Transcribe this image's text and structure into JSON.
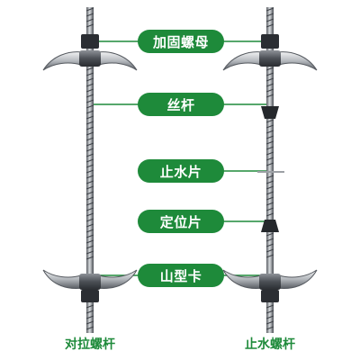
{
  "colors": {
    "accent": "#1e8a3a",
    "steel_light": "#e4e6e8",
    "steel_mid": "#a7abb0",
    "steel_dark": "#3c4046",
    "washer": "#26292d"
  },
  "labels": {
    "nut": "加固螺母",
    "screw_rod": "丝杆",
    "water_stop_plate": "止水片",
    "positioning_plate": "定位片",
    "mountain_clamp": "山型卡"
  },
  "captions": {
    "left_rod": "对拉螺杆",
    "right_rod": "止水螺杆"
  }
}
